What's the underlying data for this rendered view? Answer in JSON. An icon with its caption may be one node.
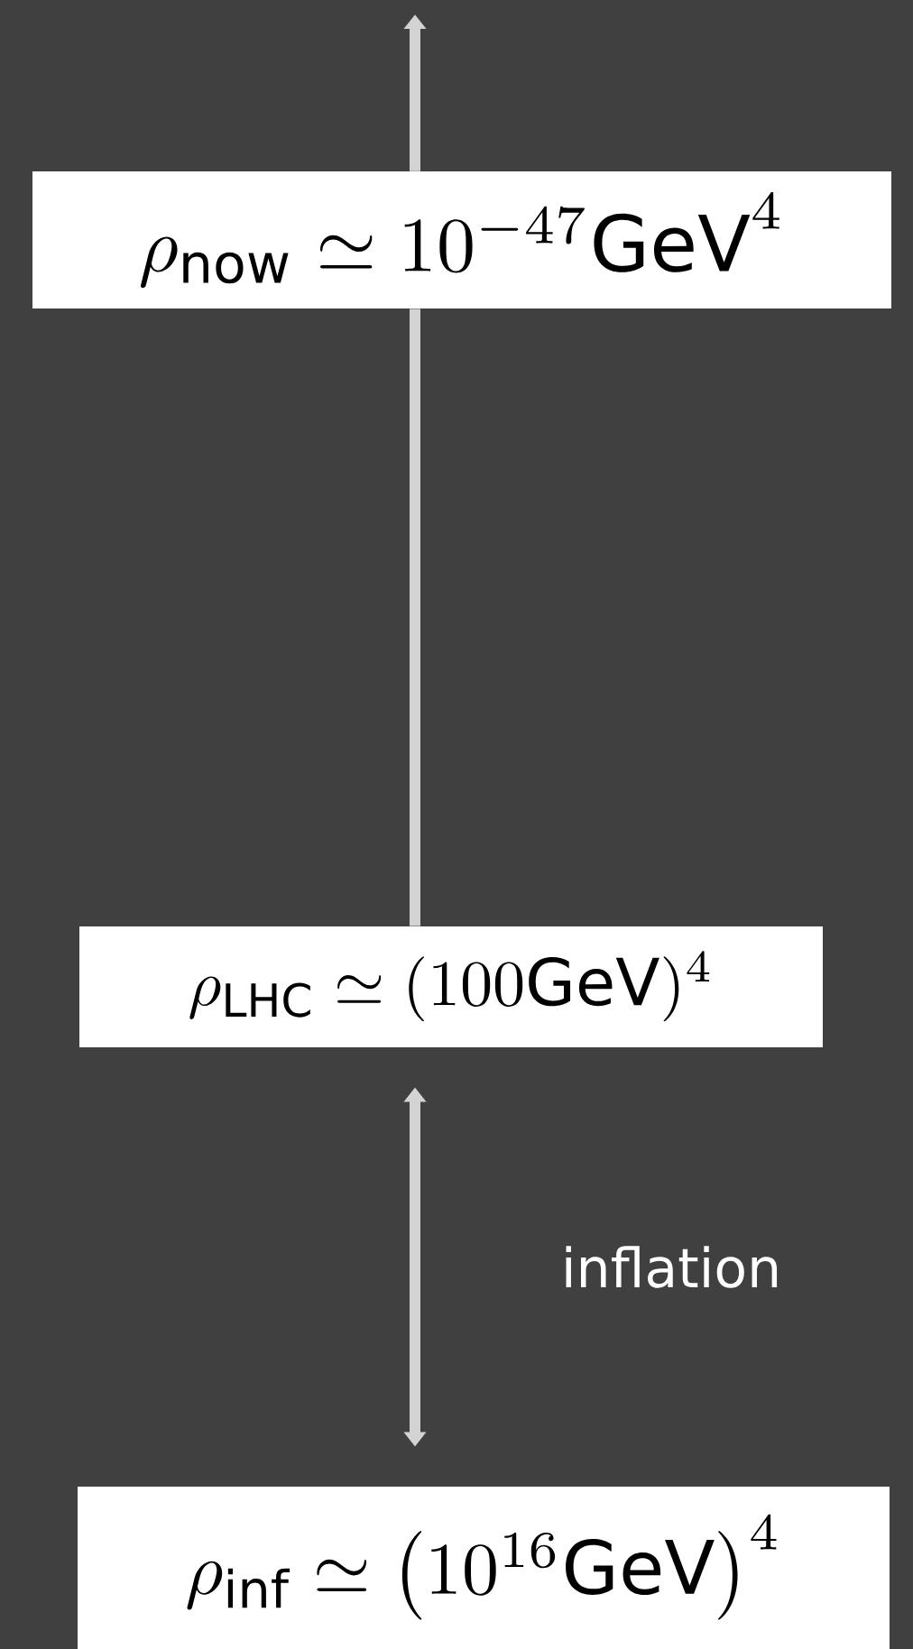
{
  "diagram": {
    "nodes": [
      {
        "text": [
          "\\rho_{\\rm now} \\simeq 10^{-47}{\\rm GeV}^4"
        ]
      },
      {
        "text": [
          "\\rho_{\\rm LHC} \\simeq (100{\\rm GeV})^4"
        ]
      },
      {
        "text": [
          "\\rho_{\\rm inf} \\simeq \\left(10^{16}{\\rm GeV}\\right)^4"
        ]
      }
    ],
    "edges": [
      {
        "from": 0,
        "to": null,
        "arrow": "to"
      },
      {
        "from": 1,
        "to": 0,
        "arrow": "none"
      },
      {
        "from": 1,
        "to": 2,
        "arrow": "both",
        "label": "inflation"
      }
    ]
  }
}
